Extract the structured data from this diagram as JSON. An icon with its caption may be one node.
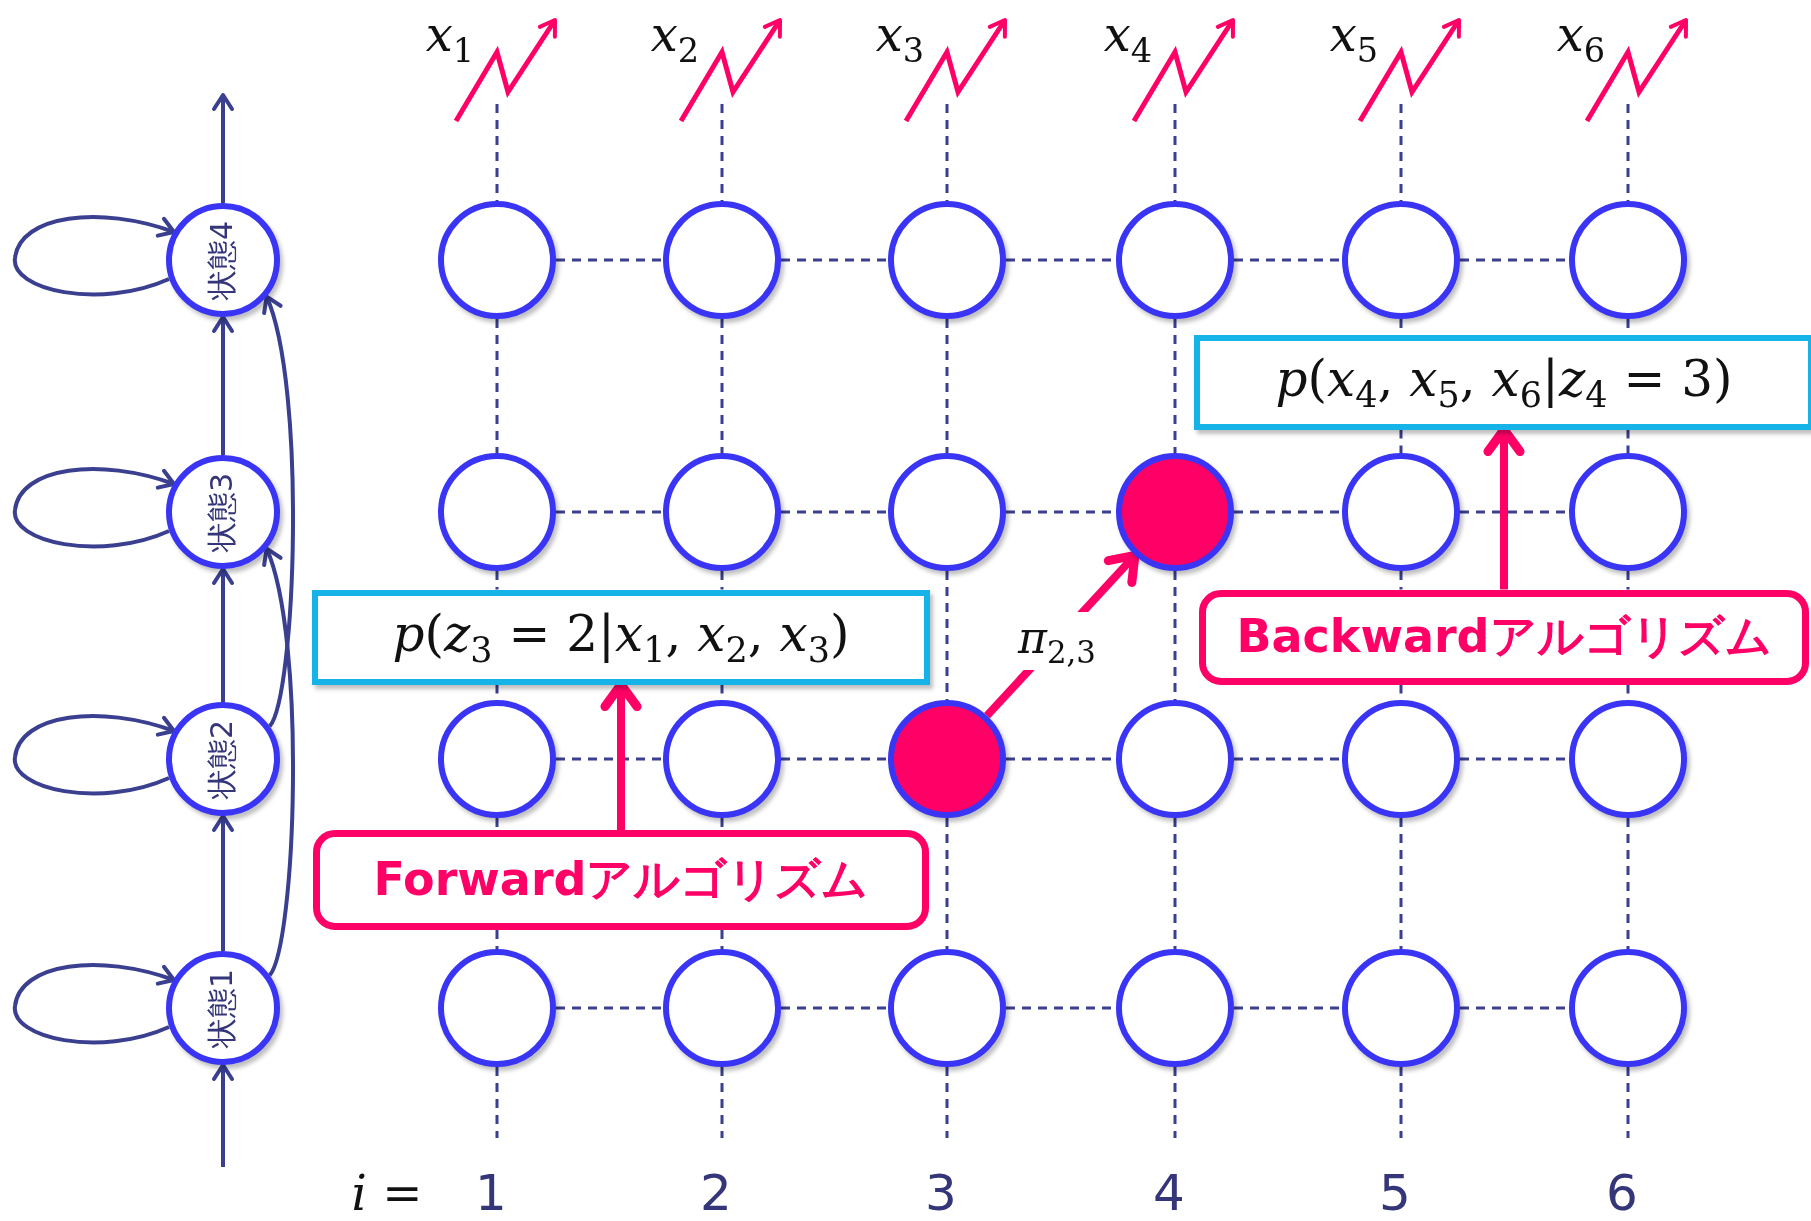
{
  "diagram": {
    "nodes": [
      {
        "text": [
          "状態4"
        ]
      },
      {
        "text": [
          "状態3"
        ]
      },
      {
        "text": [
          "状態2"
        ]
      },
      {
        "text": [
          "状態1"
        ]
      },
      {
        "text": [],
        "shape": "circle"
      },
      {
        "text": [],
        "shape": "circle"
      },
      {
        "text": [],
        "shape": "circle"
      },
      {
        "text": [],
        "shape": "circle"
      },
      {
        "text": [],
        "shape": "circle"
      },
      {
        "text": [],
        "shape": "circle"
      },
      {
        "text": [],
        "shape": "circle"
      },
      {
        "text": [],
        "shape": "circle"
      },
      {
        "text": [],
        "shape": "circle"
      },
      {
        "text": [],
        "shape": "circle"
      },
      {
        "text": [],
        "shape": "circle"
      },
      {
        "text": [],
        "shape": "circle"
      },
      {
        "text": [],
        "shape": "circle"
      },
      {
        "text": [],
        "shape": "circle"
      },
      {
        "text": [],
        "shape": "circle"
      },
      {
        "text": [],
        "shape": "circle"
      },
      {
        "text": [],
        "shape": "circle"
      },
      {
        "text": [],
        "shape": "circle"
      },
      {
        "text": [],
        "shape": "circle"
      },
      {
        "text": [],
        "shape": "circle"
      },
      {
        "text": [],
        "shape": "circle"
      },
      {
        "text": [],
        "shape": "circle"
      },
      {
        "text": [],
        "shape": "circle"
      },
      {
        "text": [],
        "shape": "circle"
      },
      {
        "text": [
          "*p*(*x*$_{4}$, *x*$_{5}$, *x*$_{6}$|*z*$_{4}$ = 3)"
        ]
      },
      {
        "text": [
          "Backwardアルゴリズム"
        ]
      },
      {
        "text": [
          "*p*(*z*$_{3}$ = 2|*x*$_{1}$, *x*$_{2}$, *x*$_{3}$)"
        ]
      },
      {
        "text": [
          "Forwardアルゴリズム"
        ]
      }
    ],
    "edges": [
      {
        "from": null,
        "to": 3,
        "arrow": "to"
      },
      {
        "from": 3,
        "to": 2,
        "arrow": "to"
      },
      {
        "from": 2,
        "to": 1,
        "arrow": "to"
      },
      {
        "from": 1,
        "to": 0,
        "arrow": "to"
      },
      {
        "from": 0,
        "to": null,
        "arrow": "to"
      },
      {
        "from": 0,
        "to": 0,
        "arrow": "to"
      },
      {
        "from": 1,
        "to": 1,
        "arrow": "to"
      },
      {
        "from": 2,
        "to": 2,
        "arrow": "to"
      },
      {
        "from": 3,
        "to": 3,
        "arrow": "to"
      },
      {
        "from": 3,
        "to": 1,
        "arrow": "to"
      },
      {
        "from": 2,
        "to": 0,
        "arrow": "to"
      },
      {
        "from": 4,
        "to": 5,
        "arrow": "none",
        "style": "dashed"
      },
      {
        "from": 5,
        "to": 6,
        "arrow": "none",
        "style": "dashed"
      },
      {
        "from": 6,
        "to": 7,
        "arrow": "none",
        "style": "dashed"
      },
      {
        "from": 7,
        "to": 8,
        "arrow": "none",
        "style": "dashed"
      },
      {
        "from": 8,
        "to": 9,
        "arrow": "none",
        "style": "dashed"
      },
      {
        "from": 10,
        "to": 11,
        "arrow": "none",
        "style": "dashed"
      },
      {
        "from": 11,
        "to": 12,
        "arrow": "none",
        "style": "dashed"
      },
      {
        "from": 12,
        "to": 13,
        "arrow": "none",
        "style": "dashed"
      },
      {
        "from": 13,
        "to": 14,
        "arrow": "none",
        "style": "dashed"
      },
      {
        "from": 14,
        "to": 15,
        "arrow": "none",
        "style": "dashed"
      },
      {
        "from": 16,
        "to": 17,
        "arrow": "none",
        "style": "dashed"
      },
      {
        "from": 17,
        "to": 18,
        "arrow": "none",
        "style": "dashed"
      },
      {
        "from": 18,
        "to": 19,
        "arrow": "none",
        "style": "dashed"
      },
      {
        "from": 19,
        "to": 20,
        "arrow": "none",
        "style": "dashed"
      },
      {
        "from": 20,
        "to": 21,
        "arrow": "none",
        "style": "dashed"
      },
      {
        "from": 22,
        "to": 23,
        "arrow": "none",
        "style": "dashed"
      },
      {
        "from": 23,
        "to": 24,
        "arrow": "none",
        "style": "dashed"
      },
      {
        "from": 24,
        "to": 25,
        "arrow": "none",
        "style": "dashed"
      },
      {
        "from": 25,
        "to": 26,
        "arrow": "none",
        "style": "dashed"
      },
      {
        "from": 26,
        "to": 27,
        "arrow": "none",
        "style": "dashed"
      },
      {
        "from": 4,
        "to": 10,
        "arrow": "none",
        "style": "dashed"
      },
      {
        "from": 10,
        "to": 30,
        "arrow": "none",
        "style": "dashed"
      },
      {
        "from": 30,
        "to": 16,
        "arrow": "none",
        "style": "dashed"
      },
      {
        "from": 16,
        "to": 31,
        "arrow": "none",
        "style": "dashed"
      },
      {
        "from": 31,
        "to": 22,
        "arrow": "none",
        "style": "dashed"
      },
      {
        "from": 5,
        "to": 11,
        "arrow": "none",
        "style": "dashed"
      },
      {
        "from": 11,
        "to": 30,
        "arrow": "none",
        "style": "dashed"
      },
      {
        "from": 30,
        "to": 17,
        "arrow": "none",
        "style": "dashed"
      },
      {
        "from": 17,
        "to": 31,
        "arrow": "none",
        "style": "dashed"
      },
      {
        "from": 31,
        "to": 23,
        "arrow": "none",
        "style": "dashed"
      },
      {
        "from": 6,
        "to": 12,
        "arrow": "none",
        "style": "dashed"
      },
      {
        "from": 12,
        "to": 18,
        "arrow": "none",
        "style": "dashed"
      },
      {
        "from": 18,
        "to": 24,
        "arrow": "none",
        "style": "dashed"
      },
      {
        "from": 7,
        "to": 13,
        "arrow": "none",
        "style": "dashed"
      },
      {
        "from": 13,
        "to": 19,
        "arrow": "none",
        "style": "dashed"
      },
      {
        "from": 19,
        "to": 25,
        "arrow": "none",
        "style": "dashed"
      },
      {
        "from": 8,
        "to": 28,
        "arrow": "none",
        "style": "dashed"
      },
      {
        "from": 28,
        "to": 14,
        "arrow": "none",
        "style": "dashed"
      },
      {
        "from": 14,
        "to": 29,
        "arrow": "none",
        "style": "dashed"
      },
      {
        "from": 29,
        "to": 20,
        "arrow": "none",
        "style": "dashed"
      },
      {
        "from": 20,
        "to": 26,
        "arrow": "none",
        "style": "dashed"
      },
      {
        "from": 9,
        "to": 28,
        "arrow": "none",
        "style": "dashed"
      },
      {
        "from": 28,
        "to": 15,
        "arrow": "none",
        "style": "dashed"
      },
      {
        "from": 15,
        "to": 29,
        "arrow": "none",
        "style": "dashed"
      },
      {
        "from": 29,
        "to": 21,
        "arrow": "none",
        "style": "dashed"
      },
      {
        "from": 21,
        "to": 27,
        "arrow": "none",
        "style": "dashed"
      },
      {
        "from": null,
        "to": 4,
        "arrow": "none",
        "style": "dashed"
      },
      {
        "from": null,
        "to": 5,
        "arrow": "none",
        "style": "dashed"
      },
      {
        "from": null,
        "to": 6,
        "arrow": "none",
        "style": "dashed"
      },
      {
        "from": null,
        "to": 7,
        "arrow": "none",
        "style": "dashed"
      },
      {
        "from": null,
        "to": 8,
        "arrow": "none",
        "style": "dashed"
      },
      {
        "from": null,
        "to": 9,
        "arrow": "none",
        "style": "dashed"
      },
      {
        "from": 22,
        "to": null,
        "arrow": "none",
        "style": "dashed"
      },
      {
        "from": 23,
        "to": null,
        "arrow": "none",
        "style": "dashed"
      },
      {
        "from": 24,
        "to": null,
        "arrow": "none",
        "style": "dashed"
      },
      {
        "from": 25,
        "to": null,
        "arrow": "none",
        "style": "dashed"
      },
      {
        "from": 26,
        "to": null,
        "arrow": "none",
        "style": "dashed"
      },
      {
        "from": 27,
        "to": null,
        "arrow": "none",
        "style": "dashed"
      },
      {
        "from": 31,
        "to": 30,
        "arrow": "to",
        "style": "thick",
        "color": "#ff0066"
      },
      {
        "from": 29,
        "to": 28,
        "arrow": "to",
        "style": "thick",
        "color": "#ff0066"
      },
      {
        "from": 18,
        "to": 13,
        "arrow": "to",
        "style": "thick",
        "color": "#ff0066",
        "label": "*π*$_{2,3}$"
      }
    ],
    "labels": [
      "*x*$_{1}$",
      "*x*$_{2}$",
      "*x*$_{3}$",
      "*x*$_{4}$",
      "*x*$_{5}$",
      "*x*$_{6}$",
      "*i* =",
      "1",
      "2",
      "3",
      "4",
      "5",
      "6"
    ]
  }
}
